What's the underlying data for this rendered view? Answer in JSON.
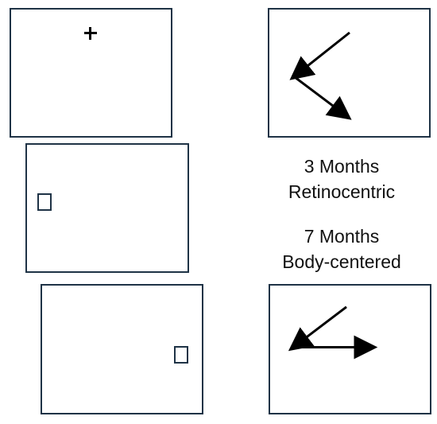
{
  "labels": {
    "age_1": "3 Months",
    "frame_1": "Retinocentric",
    "age_2": "7 Months",
    "frame_2": "Body-centered"
  },
  "icons": {
    "fixation": "plus-icon",
    "target": "square-target",
    "arrows": "arrow-icon"
  },
  "colors": {
    "frame_border": "#1f3346",
    "arrow": "#000000",
    "text": "#111111"
  }
}
